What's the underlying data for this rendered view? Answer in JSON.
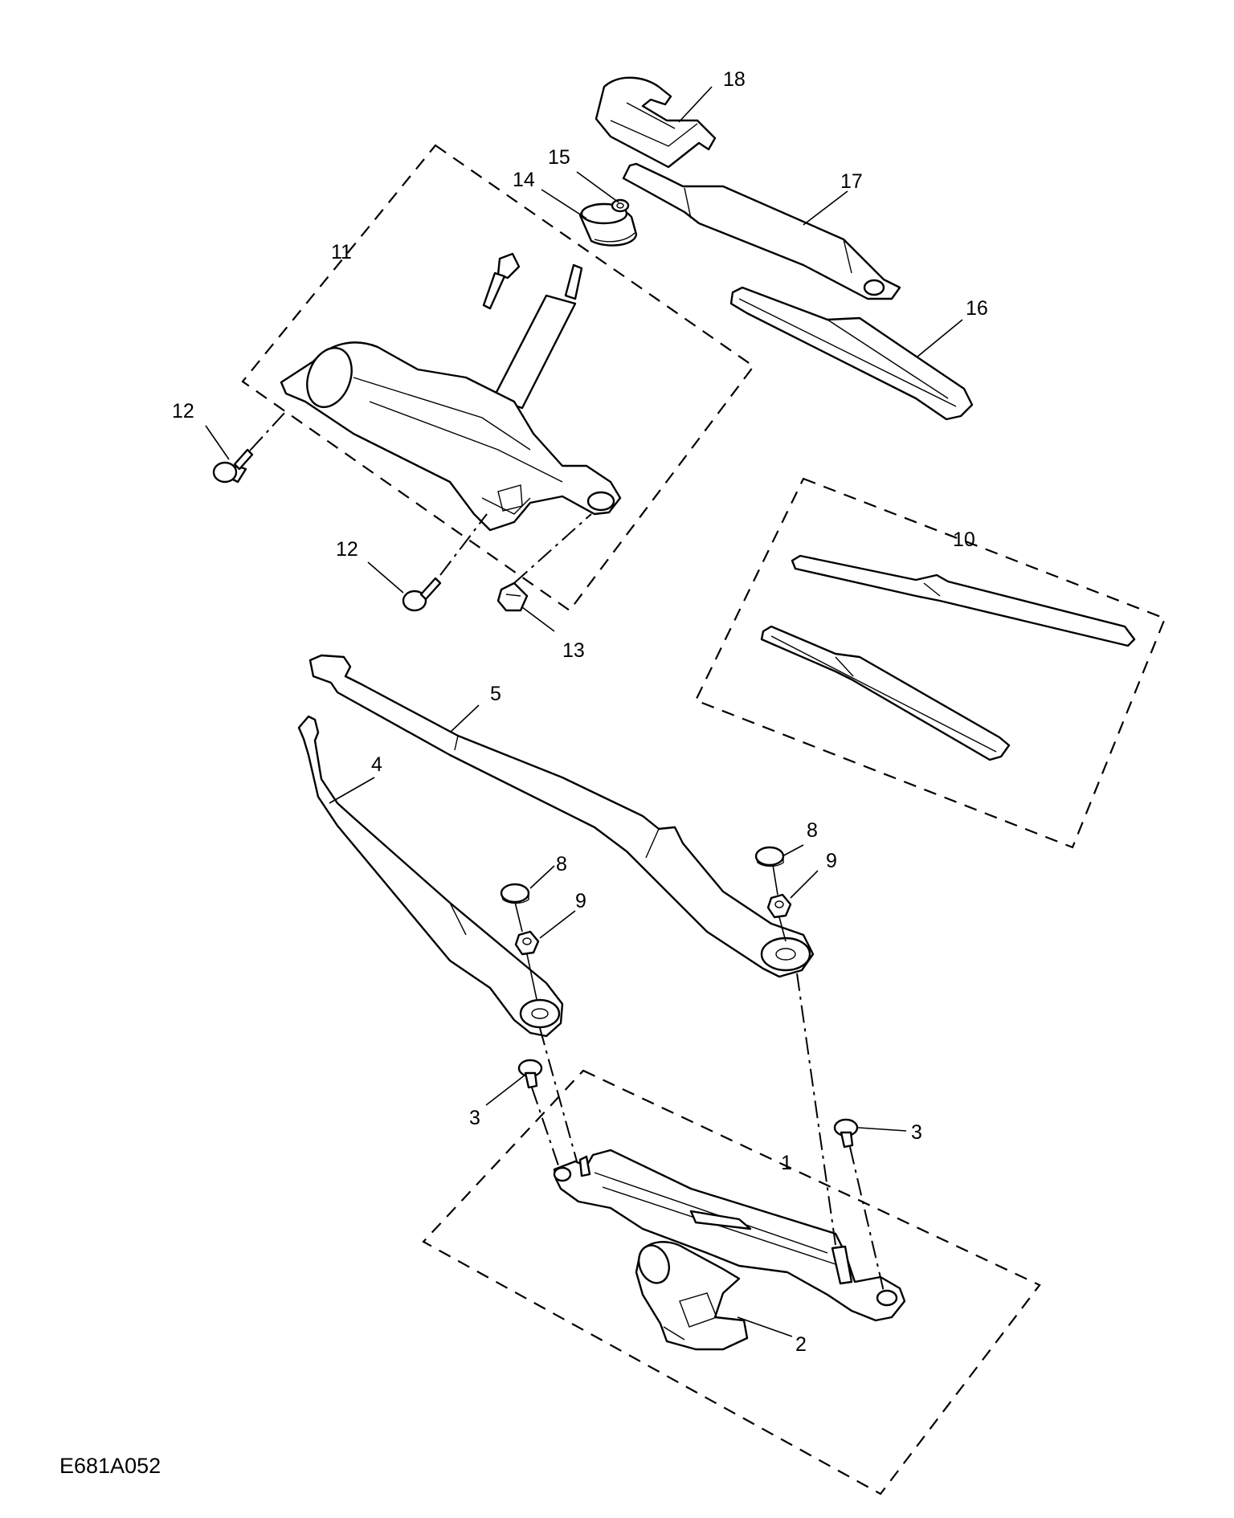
{
  "figure": {
    "reference_code": "E681A052"
  },
  "callouts": [
    {
      "id": "callout-1",
      "text": "1"
    },
    {
      "id": "callout-2",
      "text": "2"
    },
    {
      "id": "callout-3a",
      "text": "3"
    },
    {
      "id": "callout-3b",
      "text": "3"
    },
    {
      "id": "callout-4",
      "text": "4"
    },
    {
      "id": "callout-5",
      "text": "5"
    },
    {
      "id": "callout-8a",
      "text": "8"
    },
    {
      "id": "callout-8b",
      "text": "8"
    },
    {
      "id": "callout-9a",
      "text": "9"
    },
    {
      "id": "callout-9b",
      "text": "9"
    },
    {
      "id": "callout-10",
      "text": "10"
    },
    {
      "id": "callout-11",
      "text": "11"
    },
    {
      "id": "callout-12a",
      "text": "12"
    },
    {
      "id": "callout-12b",
      "text": "12"
    },
    {
      "id": "callout-13",
      "text": "13"
    },
    {
      "id": "callout-14",
      "text": "14"
    },
    {
      "id": "callout-15",
      "text": "15"
    },
    {
      "id": "callout-16",
      "text": "16"
    },
    {
      "id": "callout-17",
      "text": "17"
    },
    {
      "id": "callout-18",
      "text": "18"
    }
  ]
}
